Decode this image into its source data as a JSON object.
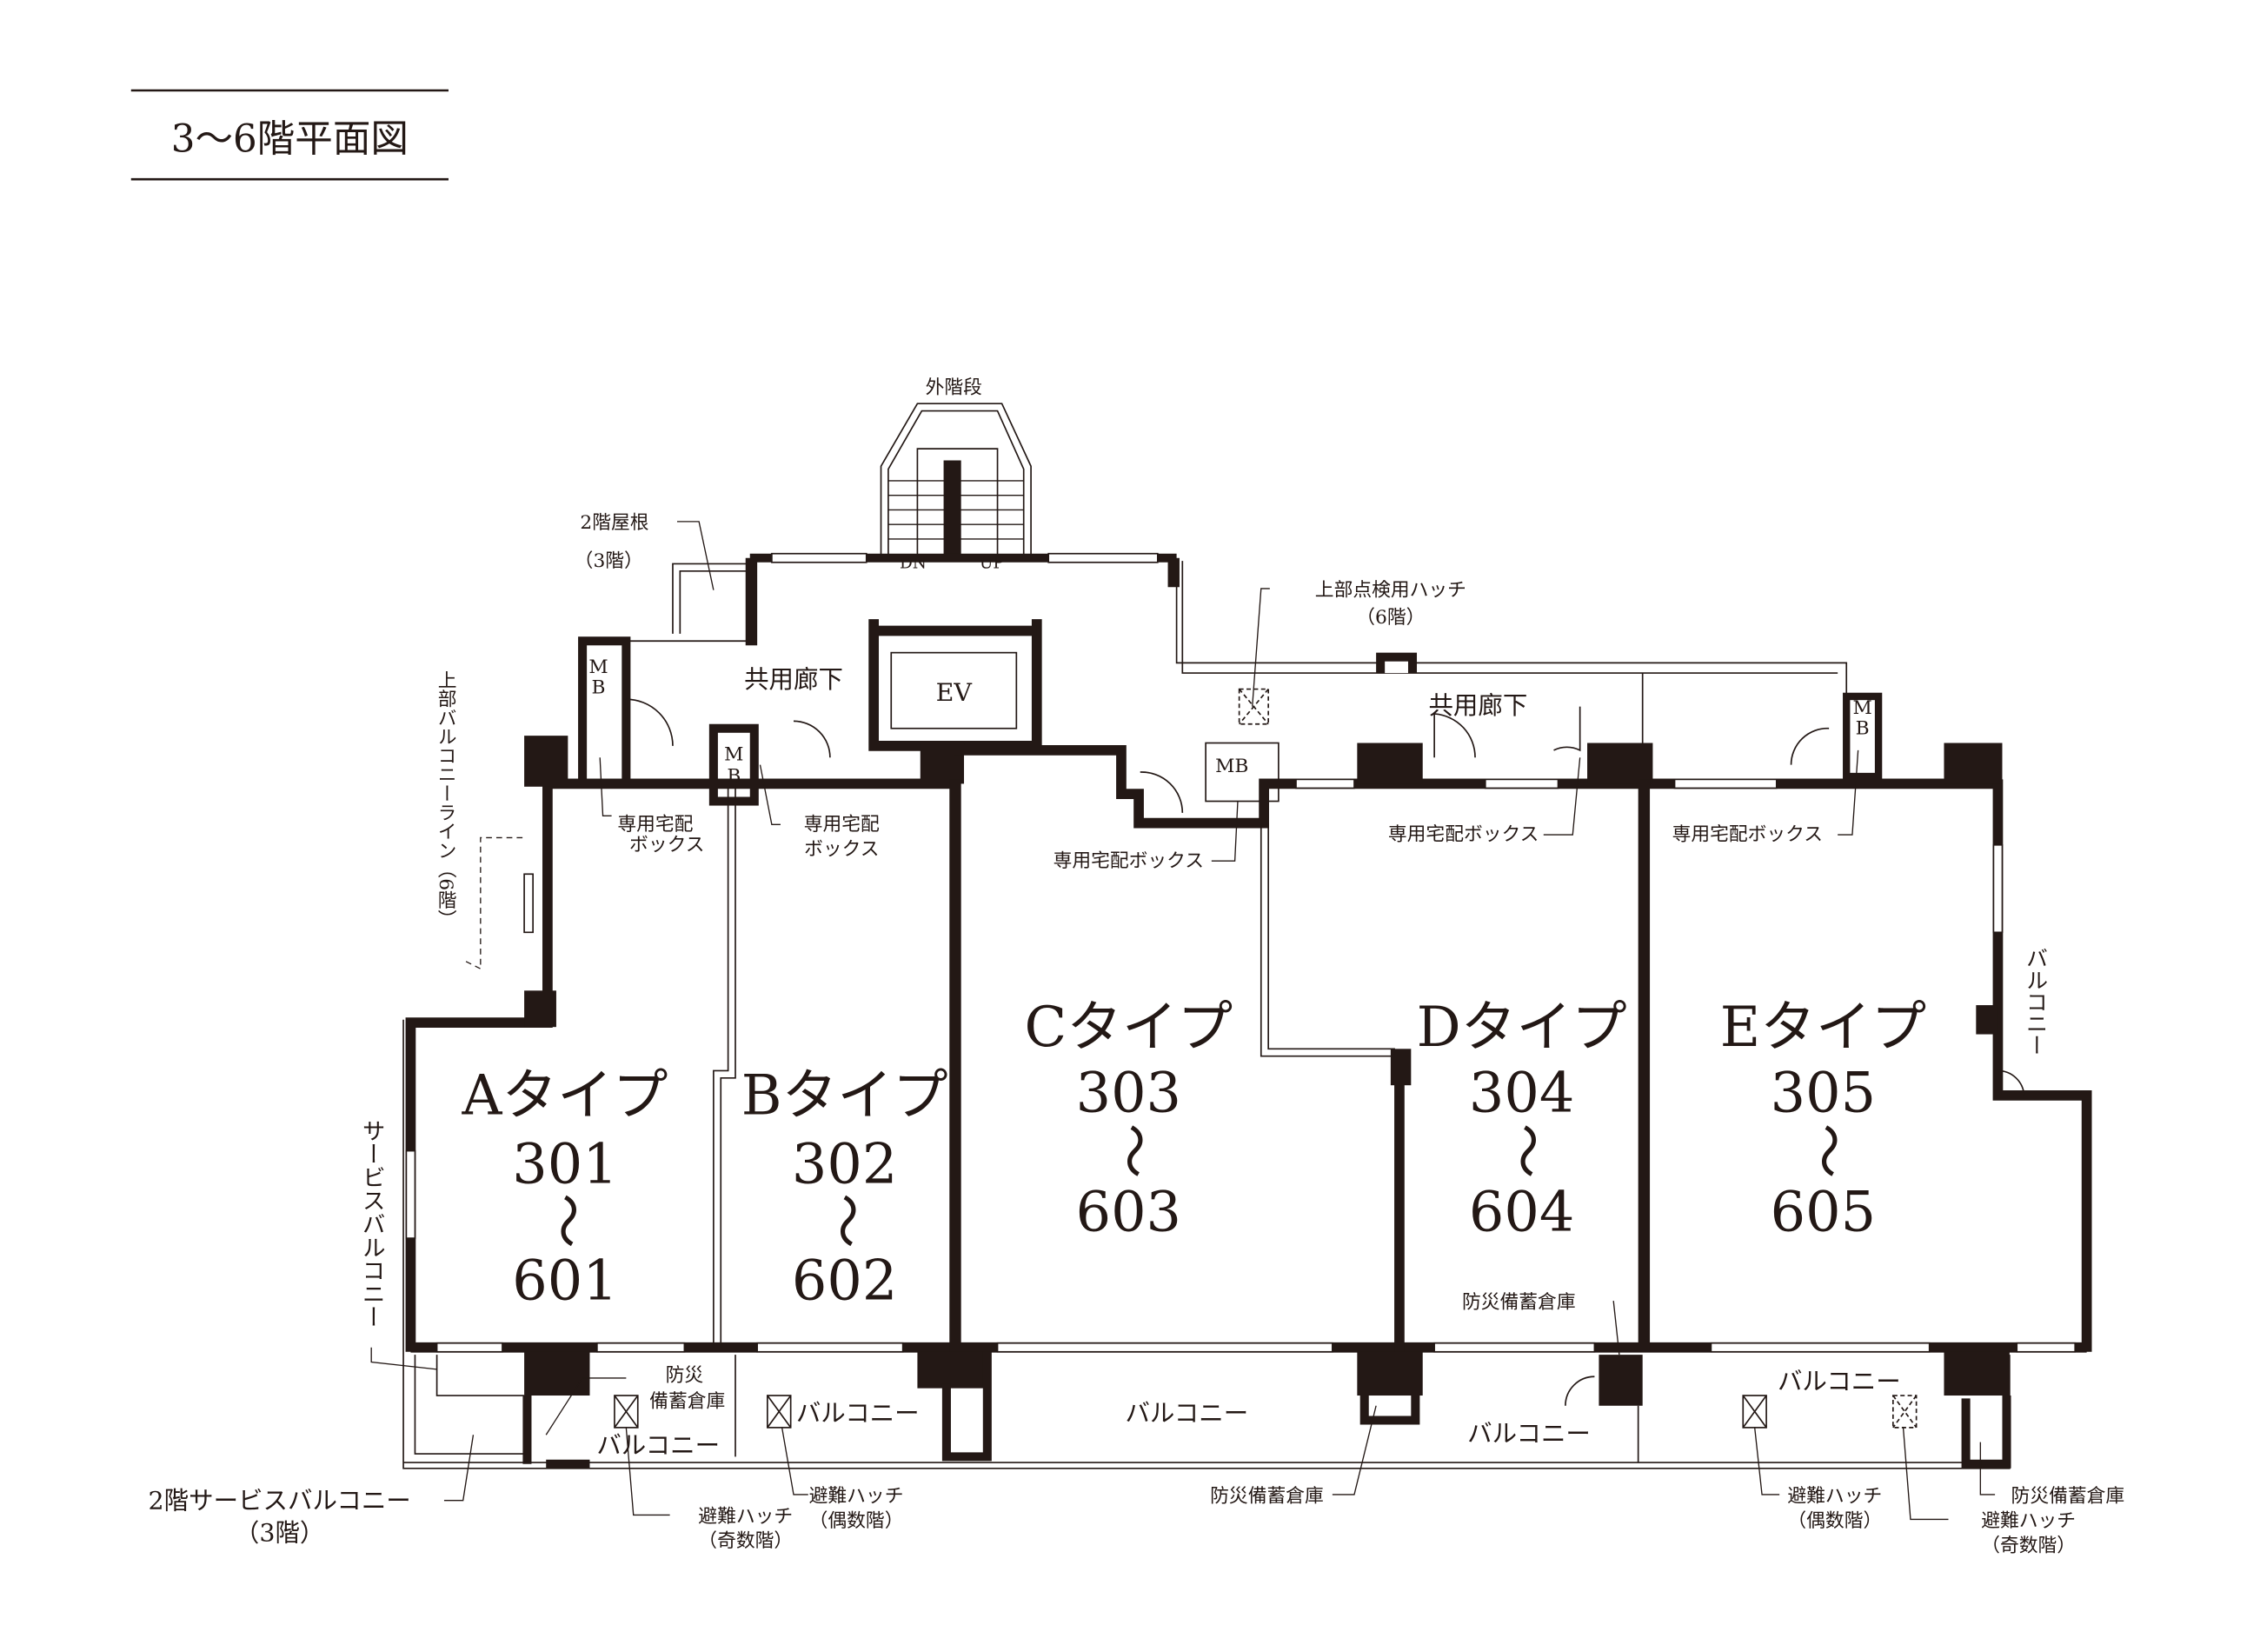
{
  "title": "3〜6階平面図",
  "units": [
    {
      "type": "Aタイプ",
      "from": "301",
      "to": "601"
    },
    {
      "type": "Bタイプ",
      "from": "302",
      "to": "602"
    },
    {
      "type": "Cタイプ",
      "from": "303",
      "to": "603"
    },
    {
      "type": "Dタイプ",
      "from": "304",
      "to": "604"
    },
    {
      "type": "Eタイプ",
      "from": "305",
      "to": "605"
    }
  ],
  "range_mark": "〜",
  "labels": {
    "outer_stairs": "外階段",
    "roof_2f": "2階屋根",
    "roof_2f_note": "（3階）",
    "inspection_hatch": "上部点検用ハッチ",
    "inspection_hatch_note": "（6階）",
    "corridor": "共用廊下",
    "ev": "EV",
    "mb": "MB",
    "m": "M",
    "b": "B",
    "dn": "DN",
    "up": "UP",
    "delivery_box_1": "専用宅配",
    "delivery_box_2": "ボックス",
    "delivery_box": "専用宅配ボックス",
    "upper_balcony_line": "上部バルコニーライン（6階）",
    "service_balcony": "サービスバルコニー",
    "balcony": "バルコニー",
    "disaster_1": "防災",
    "disaster_2": "備蓄倉庫",
    "disaster_storage": "防災備蓄倉庫",
    "service_balcony_2f": "2階サービスバルコニー",
    "service_balcony_2f_note": "（3階）",
    "escape_hatch": "避難ハッチ",
    "odd_floor": "（奇数階）",
    "even_floor": "（偶数階）"
  }
}
